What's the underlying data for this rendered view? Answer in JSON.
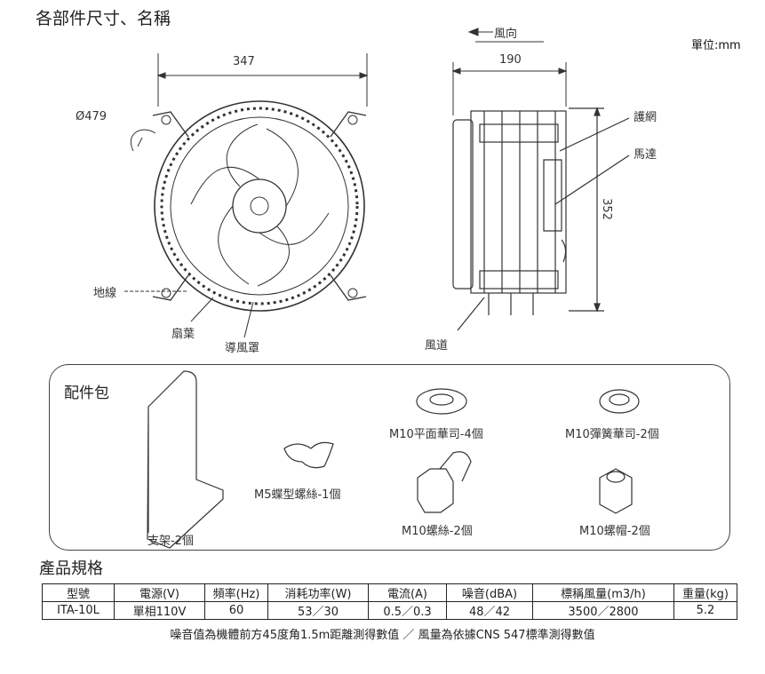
{
  "header": {
    "title": "各部件尺寸、名稱",
    "unit": "單位:mm",
    "wind_direction": "風向"
  },
  "front_view": {
    "width_dim": "347",
    "diameter": "Ø479",
    "labels": {
      "ground": "地線",
      "blade": "扇葉",
      "shroud": "導風罩"
    }
  },
  "side_view": {
    "depth_dim": "190",
    "height_dim": "352",
    "labels": {
      "guard": "護網",
      "motor": "馬達",
      "duct": "風道"
    }
  },
  "accessories": {
    "title": "配件包",
    "items": [
      {
        "label": "支架-2個"
      },
      {
        "label": "M5蝶型螺絲-1個"
      },
      {
        "label": "M10平面華司-4個"
      },
      {
        "label": "M10彈簧華司-2個"
      },
      {
        "label": "M10螺絲-2個"
      },
      {
        "label": "M10螺帽-2個"
      }
    ]
  },
  "specs": {
    "title": "產品規格",
    "headers": [
      "型號",
      "電源(V)",
      "頻率(Hz)",
      "消耗功率(W)",
      "電流(A)",
      "噪音(dBA)",
      "標稱風量(m3/h)",
      "重量(kg)"
    ],
    "row": [
      "ITA-10L",
      "單相110V",
      "60",
      "53／30",
      "0.5／0.3",
      "48／42",
      "3500／2800",
      "5.2"
    ],
    "note": "噪音值為機體前方45度角1.5m距離測得數值 ／ 風量為依據CNS 547標準測得數值"
  }
}
